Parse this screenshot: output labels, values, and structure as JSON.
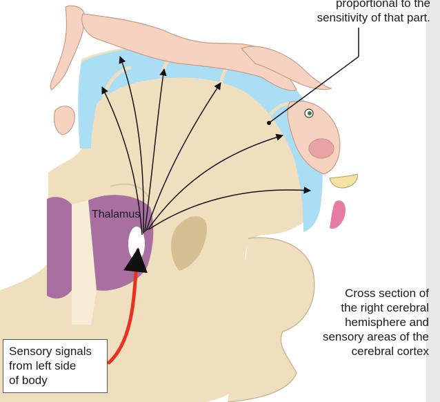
{
  "labels": {
    "top_callout": [
      "proportional to the",
      "sensitivity of that part."
    ],
    "thalamus": "Thalamus",
    "cross_section": [
      "Cross section of",
      "the right cerebral",
      "hemisphere and",
      "sensory areas of the",
      "cerebral cortex"
    ],
    "sensory_signals": [
      "Sensory signals",
      "from left side",
      "of body"
    ]
  },
  "colors": {
    "cortex": "#a9def4",
    "white_matter": "#f0dfbf",
    "thalamus_region": "#a86fa0",
    "afferent_tract": "#e6321e",
    "arrows": "#111111",
    "homunculus_skin": "#f6d2c0"
  }
}
